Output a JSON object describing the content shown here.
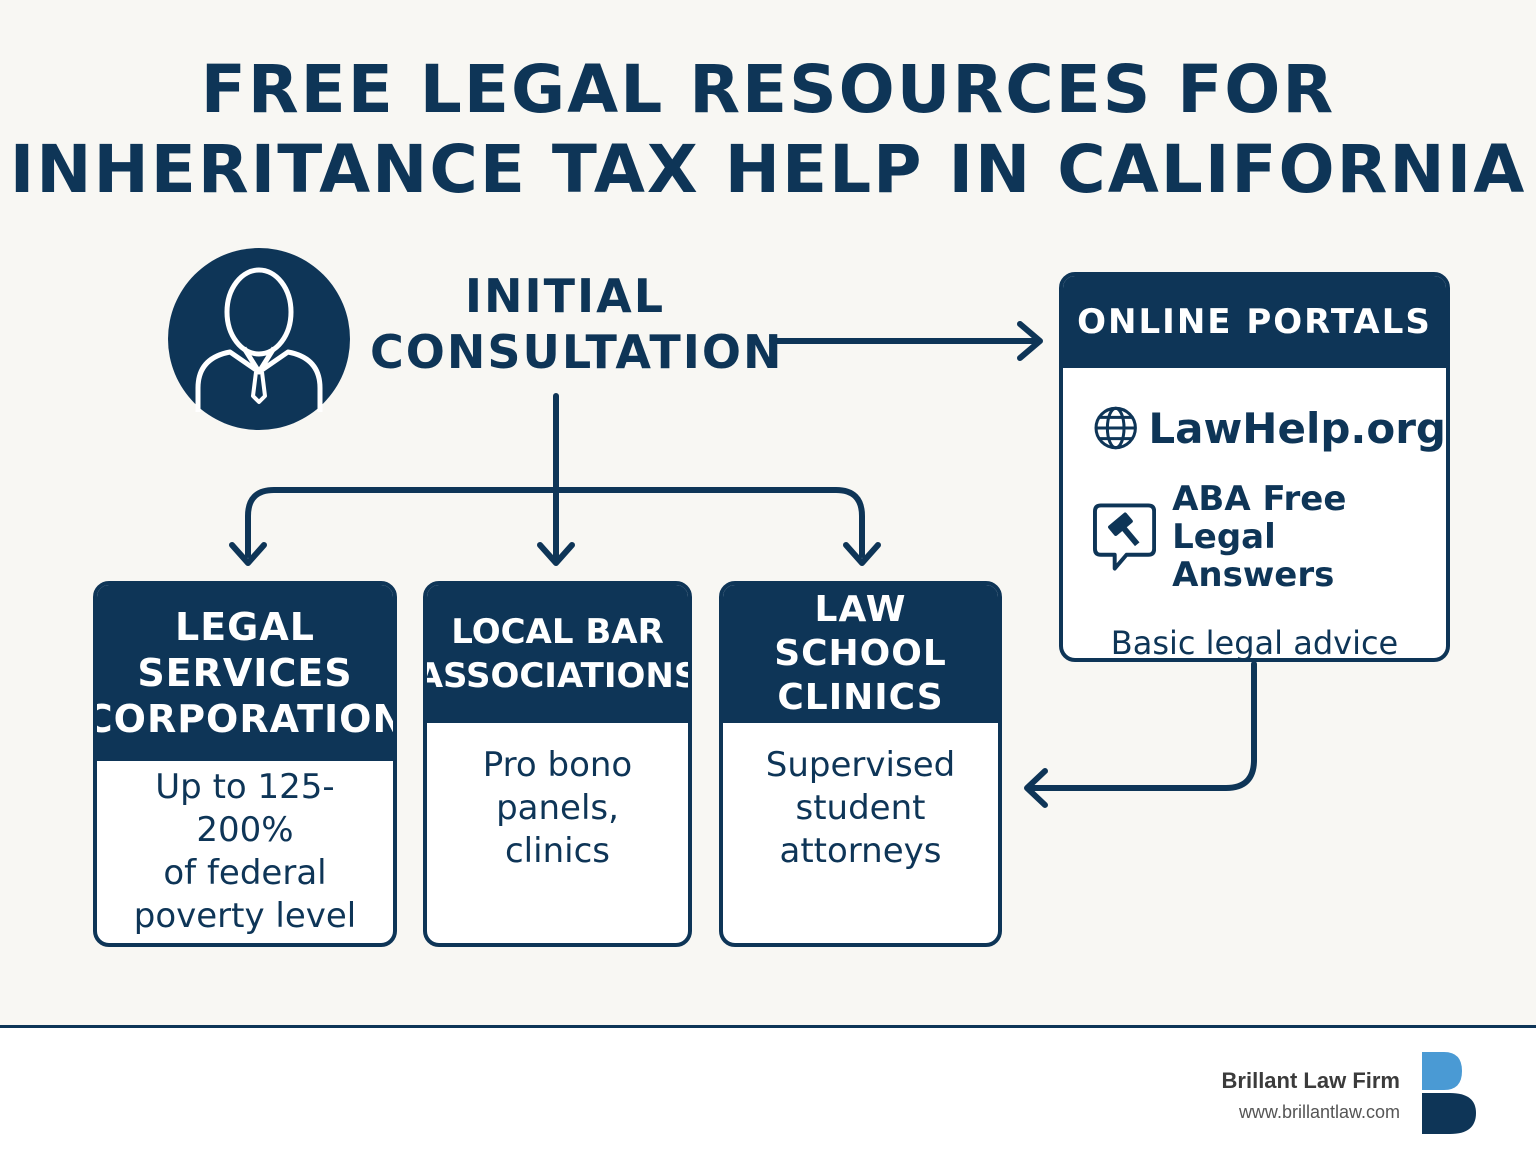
{
  "title": {
    "line1": "FREE LEGAL RESOURCES FOR",
    "line2": "INHERITANCE TAX HELP IN CALIFORNIA"
  },
  "consultation": {
    "line1": "INITIAL",
    "line2": "CONSULTATION",
    "icon": "person-in-suit-icon"
  },
  "cards": {
    "legal_services": {
      "head": [
        "LEGAL",
        "SERVICES",
        "CORPORATION"
      ],
      "body": [
        "Up to 125-200%",
        "of federal",
        "poverty level"
      ]
    },
    "bar": {
      "head": [
        "LOCAL BAR",
        "ASSOCIATIONS"
      ],
      "body": [
        "Pro bono",
        "panels,",
        "clinics"
      ]
    },
    "law_school": {
      "head": [
        "LAW SCHOOL",
        "CLINICS"
      ],
      "body": [
        "Supervised",
        "student",
        "attorneys"
      ]
    },
    "online": {
      "head": "ONLINE PORTALS",
      "lawhelp": "LawHelp.org",
      "lawhelp_icon": "globe-icon",
      "aba": [
        "ABA Free",
        "Legal Answers"
      ],
      "aba_icon": "gavel-chat-icon",
      "note": "Basic legal advice"
    }
  },
  "footer": {
    "firm_name": "Brillant Law Firm",
    "url": "www.brillantlaw.com"
  },
  "colors": {
    "navy": "#0e3557",
    "background": "#f8f7f3",
    "logo_light": "#4a9ad4"
  }
}
